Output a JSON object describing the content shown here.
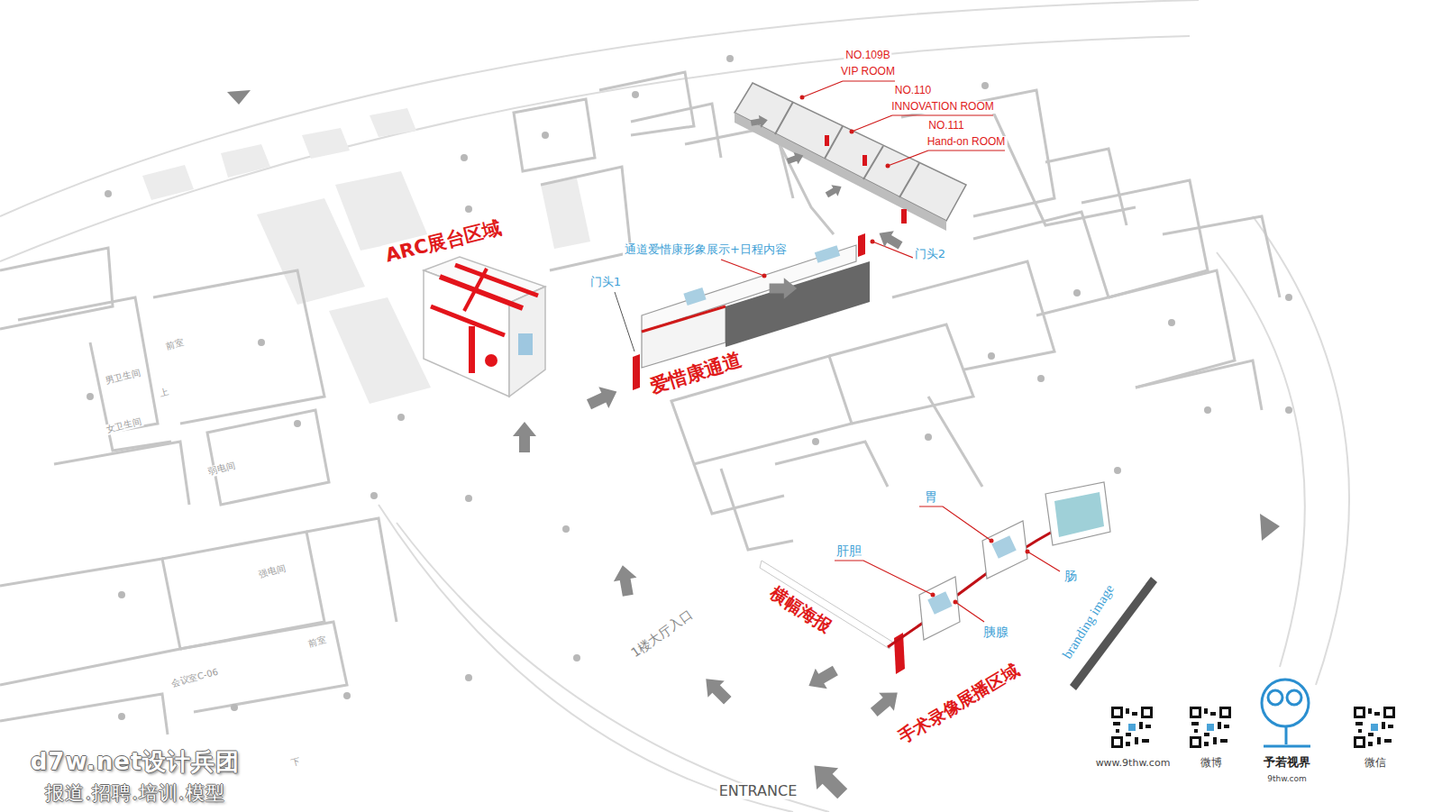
{
  "diagram": {
    "labels": [
      "NO.109B",
      "VIP ROOM",
      "NO.110",
      "INNOVATION ROOM",
      "NO.111",
      "Hand-on ROOM",
      "ARC展台区域",
      "通道爱惜康形象展示+日程内容",
      "门头2",
      "门头1",
      "爱惜康通道",
      "胃",
      "肝胆",
      "肠",
      "横幅海报",
      "胰腺",
      "branding image",
      "1楼大厅入口",
      "手术录像展播区域",
      "ENTRANCE",
      "d7w.net设计兵团",
      "报道.招聘.培训.模型",
      "www.9thw.com",
      "微博",
      "予若视界",
      "9thw.com",
      "微信",
      "前室",
      "上",
      "男卫生间",
      "女卫生间",
      "弱电间",
      "强电间",
      "前室",
      "会议室C-06",
      "下"
    ]
  }
}
